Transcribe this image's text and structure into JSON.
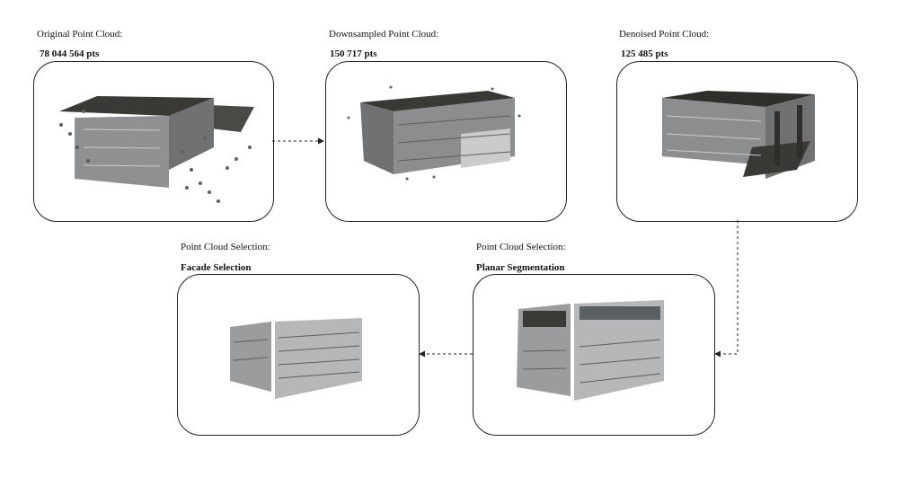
{
  "stages": [
    {
      "id": "original",
      "title": "Original Point Cloud:",
      "count": "78 044 564 pts",
      "image": "dense-noisy-building-point-cloud"
    },
    {
      "id": "downsampled",
      "title": "Downsampled Point Cloud:",
      "count": "150 717 pts",
      "image": "downsampled-building-point-cloud"
    },
    {
      "id": "denoised",
      "title": "Denoised Point Cloud:",
      "count": "125 485 pts",
      "image": "denoised-building-point-cloud"
    },
    {
      "id": "planar",
      "title": "Point Cloud Selection:",
      "count": "Planar Segmentation",
      "image": "segmented-wall-planes"
    },
    {
      "id": "facade",
      "title": "Point Cloud Selection:",
      "count": "Facade Selection",
      "image": "selected-facade-planes"
    }
  ],
  "colors": {
    "stroke": "#222222",
    "roof": "#2f2e2b",
    "wall": "#8b8d8f",
    "wall_light": "#c9cbcd",
    "speck": "#5a5f63"
  }
}
